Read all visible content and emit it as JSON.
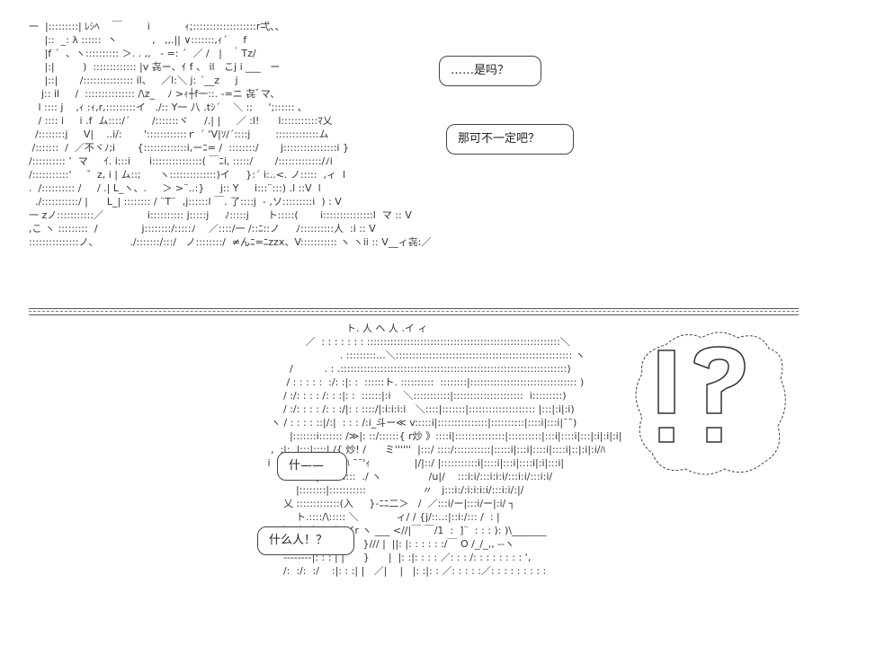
{
  "speech": {
    "line_1": "……是吗？",
    "line_2": "那可不一定吧？",
    "line_3": "什——",
    "line_4": "什么人！？"
  },
  "art": {
    "top_scene": "一  |:::::::::| ﾚｼﾍ    ￣        i           ｨ;:::::::::::::::::::r弌､､\n     |::  _: λ ::::::  丶           ,   ,,.|| ∨:::::::,ｨ´     f\n     |f ´  、ヽ:::::::::: ＞. . ,,   - =: ´  ／ /   |   ｀Tz/\n     |:|         )  ::::::::::::: |v 㐂ー、ｲ f 、 il   こj i ___   ー\n     |::|       /::::::::::::::: il、   ／l:＼ j: ´__z     j\n    j:: il     /  ::::::::::::::: /\\z_    ﾉ >ｨ┼f一::. -=ニ 㐂ﾞマ、\n   l :::: j    ,ｨ :ｨ,r,:::::::::イ   ./:: Y一 八 .tｼ´    ＼ :;     ';:::::: ､\n   / :::: i     i .f  ム::::/´       /:::::::ヾ     /.| |     ／ :l!      l:::::::::::ﾏ乂\n  /::::::::j     V|    ..i/:       '::::::::::::ｒ ´ ‘V|ｿ/´::::j        :::::::::::::ム\n /:::::::  /  ／不ヾﾉ;i       {:::::::::::::i,ーﾆ= /  ::::::::/       j::::::::::::::::i }\n/:::::::::: ’  マ     ｲ. i:::i      i:::::::::::::::( ￣ﾆi, :::::/       /:::::::::::::/ﾉi\n/:::::::::::'     ゛z, i | ム::;      ヽ::::::::::::::)イ     }:´ i:..<. ノ:::::  ,ィ  l\n.  /:::::::::: /     / .| L_ヽ、.     ＞ >¨..:}     j:: Y     i:::¨:::) .l ::V  l\n  ./:::::::::::/ |      L_| :::::::: / ¨T¨  ,j::::::l ￣. 了::::j  - ,ソ:::::::::i  ) : V\n一 zノ:::::::::::／              i:::::::::: j:::::j     ﾉ:::::j      ト:::::(       i:::::::::::::::l  マ :: V\n,こ ヽ :::::::::  /              j::::::::/:::::ﾉ    ／::::/一 /::ﾆ::ノ     ﾉ::::::::::人  :i :: V\n:::::::::::::::ノ、          ./:::::::/:::/   ノ::::::::/  ≠んﾆ=ﾆzzx、V::::::::::: ヽ ヽii :: V__ィ㐂:／",
    "bottom_scene": "                              ト. 人 ヘ 人 .イ ィ\n                 ／  : : : : : : : ::::::::::::::::::::::::::::::::::::::::::::::::::::::::::＼\n                            . :::::::::...＼::::::::::::::::::::::::::::::::::::::::::::::::::::: ヽ\n            /          . : .::::::::::::::::::::::::::::::::::::::::::::::::::::::::::::::::::::)\n           / : : : : :  :/: :|: :  ::::::ト. ::::::::::  ::::::::|:::::::::::::::::::::::::::::::: )\n          / :/: : : : /: : :|: :  ::::::|:i    ＼:::::::::::|:::::::::::::::::::::  i:::::::::)\n          / :/: : : : /: : :/|: : ::::/|:i:i:i:i   ＼::::|:::::::|:::::::::::::::::::: |:::|:i|:i)\n      ヽ / : : : : ::|/:|  : : : /:i_斗ー≪ v:::::i|:::::::::::::::|::::::::::|::::i|:::i|¯¯)\n            |:::::::i::::::: /≫|: ::/::::::{ r炒 》::::i|:::::::::::::::|::::::::::|:::i|::::i|:::|:i|:i|:i|\n      ,  :|:  |:::|::::|./{ 炒! /      ミ''''''  |:::/ ::::/:::::::::::|:::::i|:::i|::::i|::::i|::|:i|:i/ﾊ\n     i  |   ,.| :|:  : | ::|:ﾊ ¯¯'ｨ              |/|::/ |:::::::::::i|::::i|:::i|::::i|:i|:::i|\n            ヽ: : :|:::::::::::  ./ ヽ               /u|/    :::i:i/:::i:i:i/:::i:i/:::i:i/\n              |::::::::|:::::::::::                  〃   j:::i:/:i:i:i:i/:::i:i/:|/\n          乂 :::::::::::::(入     }-ﾆﾆ二＞   /  ／:::i/ー|:::i/ー|:i/ ┐\n              ト.::::/\\::::: ＼            ィ/ / {j/::..:|::i:/::: /  : |\n          ＼  ＼ ＼: | ＼ {r ヽ ___ <//|￣ ￣/1  :  ]¨  : : : ): )\\_______\n               ヽ 1 ＼ : |┐    }/// |  ||: |: : : : : :/￣ O /_/_,, --ヽ\n          --------|: : : | |      }      |  |: :|: : : : ／: : : /: : : : : : : : ',\n          /:  :/:  :/    :|: : :| |   ／|    |   |: :|: : ／: : : : :／: : : : : : : : :"
  }
}
